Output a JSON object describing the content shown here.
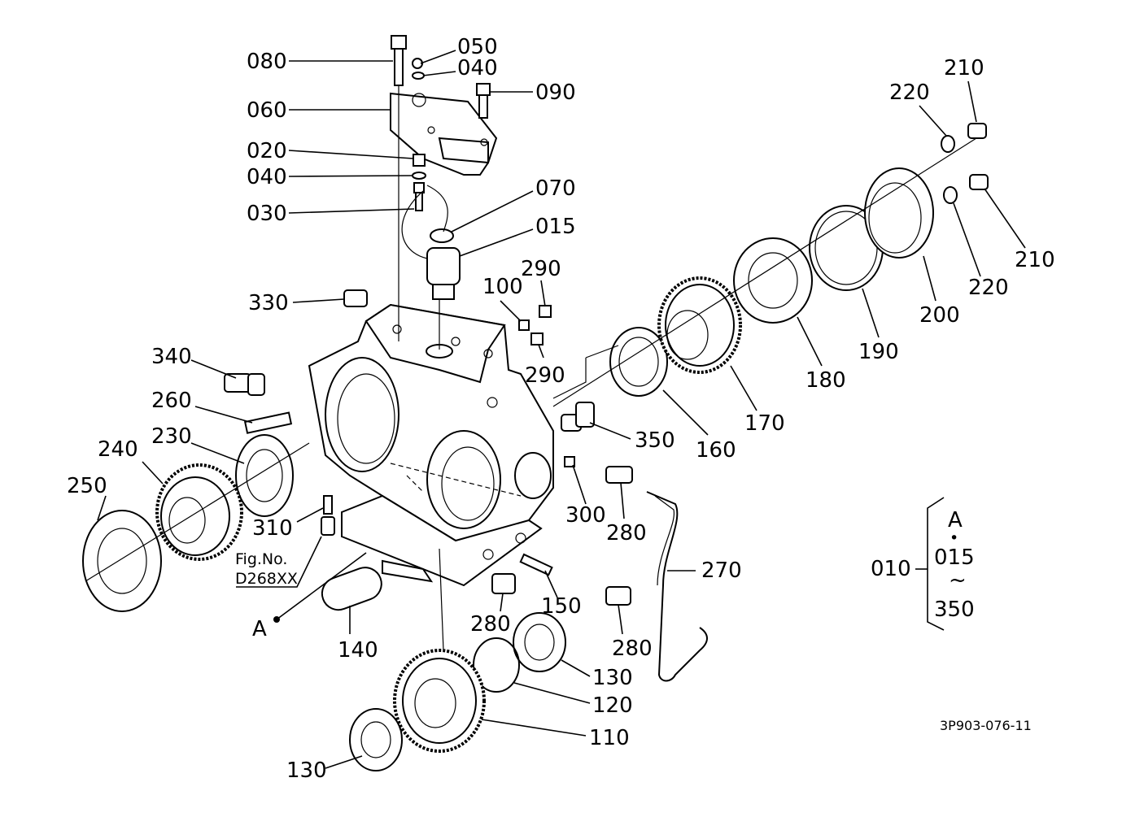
{
  "diagram": {
    "drawing_code": "3P903-076-11",
    "figure_ref": {
      "line1": "Fig.No.",
      "line2": "D268XX"
    },
    "view_marker": "A",
    "assembly": {
      "number": "010",
      "top": "A",
      "dot": "•",
      "from": "015",
      "tilde": "~",
      "to": "350"
    },
    "labels": {
      "l080": "080",
      "l050": "050",
      "l040a": "040",
      "l090": "090",
      "l060": "060",
      "l020": "020",
      "l040b": "040",
      "l030": "030",
      "l070": "070",
      "l015": "015",
      "l330": "330",
      "l100": "100",
      "l290a": "290",
      "l290b": "290",
      "l340": "340",
      "l260": "260",
      "l230": "230",
      "l240": "240",
      "l250": "250",
      "l310": "310",
      "l350": "350",
      "l300": "300",
      "l280a": "280",
      "l280b": "280",
      "l280c": "280",
      "l270": "270",
      "l150": "150",
      "l140": "140",
      "l130a": "130",
      "l130b": "130",
      "l120": "120",
      "l110": "110",
      "l160": "160",
      "l170": "170",
      "l180": "180",
      "l190": "190",
      "l200": "200",
      "l210a": "210",
      "l210b": "210",
      "l220a": "220",
      "l220b": "220"
    }
  }
}
